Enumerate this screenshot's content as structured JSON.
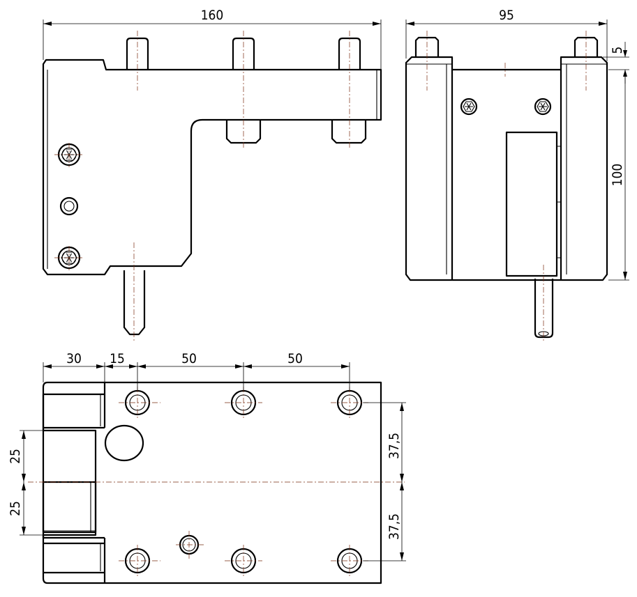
{
  "drawing": {
    "colors": {
      "line": "#000000",
      "centerline": "#7a2c10",
      "background": "#ffffff"
    },
    "dimensions": {
      "front_width": "160",
      "side_width": "95",
      "side_pin_height": "5",
      "side_height": "100",
      "top_offset_30": "30",
      "top_offset_15": "15",
      "top_spacing_50_a": "50",
      "top_spacing_50_b": "50",
      "left_25_upper": "25",
      "left_25_lower": "25",
      "right_37_5_upper": "37,5",
      "right_37_5_lower": "37,5"
    }
  }
}
